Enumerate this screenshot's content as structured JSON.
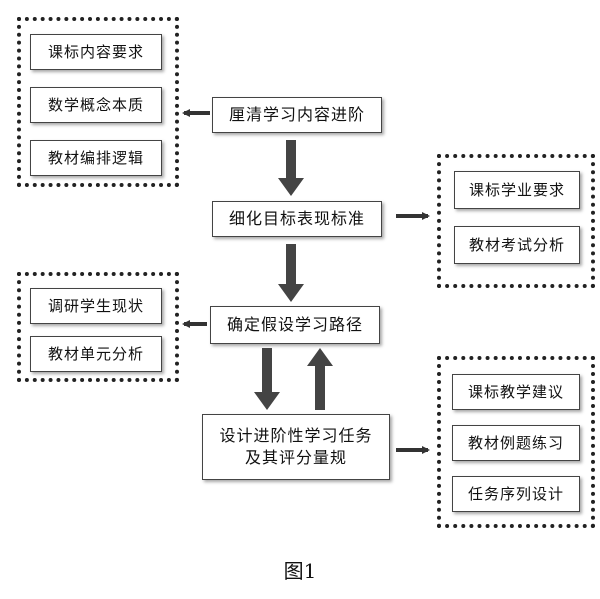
{
  "main_steps": {
    "step1": "厘清学习内容进阶",
    "step2": "细化目标表现标准",
    "step3": "确定假设学习路径",
    "step4_line1": "设计进阶性学习任务",
    "step4_line2": "及其评分量规"
  },
  "group1": [
    "课标内容要求",
    "数学概念本质",
    "教材编排逻辑"
  ],
  "group2": [
    "课标学业要求",
    "教材考试分析"
  ],
  "group3": [
    "调研学生现状",
    "教材单元分析"
  ],
  "group4": [
    "课标教学建议",
    "教材例题练习",
    "任务序列设计"
  ],
  "caption": "图1"
}
